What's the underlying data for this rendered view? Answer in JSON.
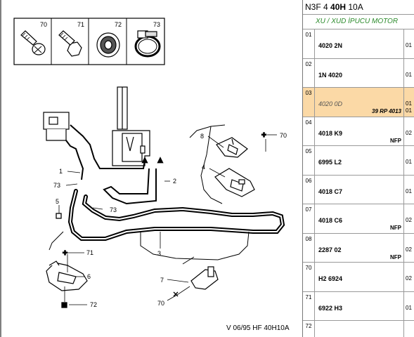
{
  "header": {
    "code_a": "N3F 4 ",
    "code_b": "40H",
    "code_c": " 10A"
  },
  "subheader": "XU / XUD İPUCU MOTOR",
  "parts": [
    {
      "index": "01",
      "ref": "4020 2N",
      "qty": "01",
      "qty2": "",
      "note": ""
    },
    {
      "index": "02",
      "ref": "1N 4020",
      "qty": "01",
      "qty2": "",
      "note": ""
    },
    {
      "index": "03",
      "ref": "4020 0D",
      "qty": "01",
      "qty2": "01",
      "note": "39 RP 4013"
    },
    {
      "index": "04",
      "ref": "4018 K9",
      "qty": "02",
      "qty2": "",
      "note": "NFP"
    },
    {
      "index": "05",
      "ref": "6995 L2",
      "qty": "01",
      "qty2": "",
      "note": ""
    },
    {
      "index": "06",
      "ref": "4018 C7",
      "qty": "01",
      "qty2": "",
      "note": ""
    },
    {
      "index": "07",
      "ref": "4018 C6",
      "qty": "02",
      "qty2": "",
      "note": "NFP"
    },
    {
      "index": "08",
      "ref": "2287 02",
      "qty": "02",
      "qty2": "",
      "note": "NFP"
    },
    {
      "index": "70",
      "ref": "H2 6924",
      "qty": "02",
      "qty2": "",
      "note": ""
    },
    {
      "index": "71",
      "ref": "6922 H3",
      "qty": "01",
      "qty2": "",
      "note": ""
    },
    {
      "index": "72",
      "ref": "",
      "qty": "",
      "qty2": "",
      "note": ""
    }
  ],
  "diagram": {
    "inset_labels": [
      "70",
      "71",
      "72",
      "73"
    ],
    "callouts": [
      "8",
      "+",
      "70",
      "4",
      "1",
      "73",
      "2",
      "5",
      "73",
      "3",
      "+",
      "71",
      "6",
      "7",
      "70",
      "72"
    ],
    "footer": "V 06/95 HF  40H10A",
    "icons": [
      "screw-icon",
      "bolt-icon",
      "grommet-icon",
      "hose-clamp-icon"
    ],
    "highlight_color": "#fbd9a6"
  }
}
